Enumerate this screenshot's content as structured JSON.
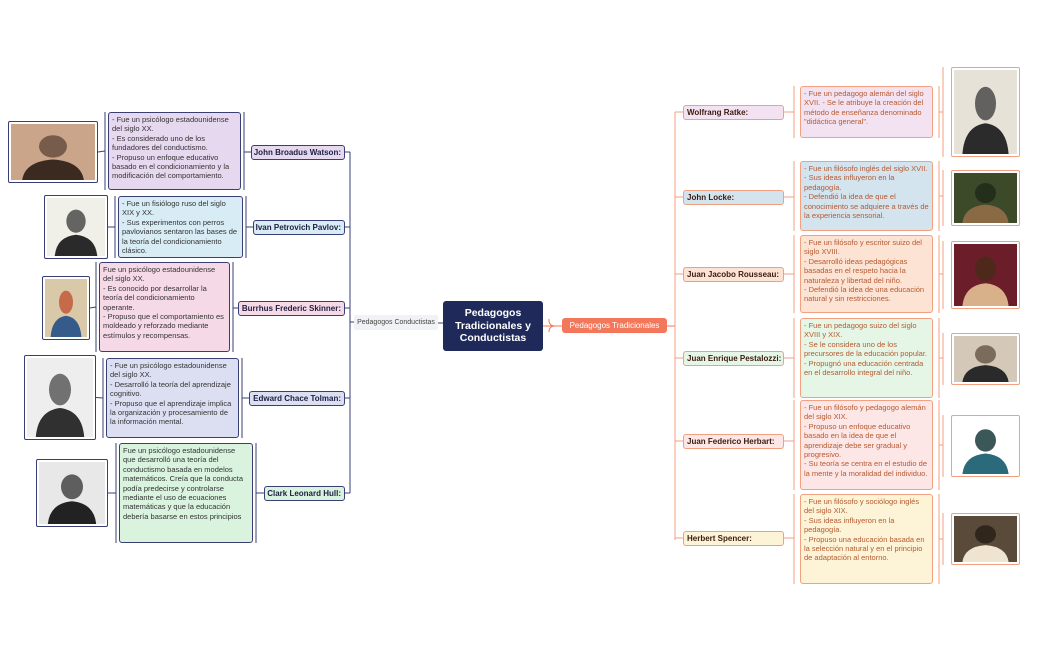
{
  "central": {
    "title": "Pedagogos Tradicionales y Conductistas"
  },
  "branches": {
    "left": {
      "label": "Pedagogos Conductistas"
    },
    "right": {
      "label": "Pedagogos Tradicionales"
    }
  },
  "left": [
    {
      "name": "John Broadus Watson:",
      "desc": "- Fue un psicólogo estadounidense del siglo XX.\n- Es considerado uno de los fundadores del conductismo.\n- Propuso un enfoque educativo basado en el condicionamiento y la modificación del comportamiento.",
      "color": "#e6d8ef",
      "portrait": "person-portrait-icon"
    },
    {
      "name": "Ivan Petrovich Pavlov:",
      "desc": "- Fue un fisiólogo ruso del siglo XIX y XX.\n- Sus experimentos con perros pavlovianos sentaron las bases de la teoría del condicionamiento clásico.",
      "color": "#d7ecf4",
      "portrait": "person-portrait-icon"
    },
    {
      "name": "Burrhus Frederic Skinner:",
      "desc": "Fue un psicólogo estadounidense del siglo XX.\n- Es conocido por desarrollar la teoría del condicionamiento operante.\n- Propuso que el comportamiento es moldeado y reforzado mediante estímulos y recompensas.",
      "color": "#f6d9e6",
      "portrait": "person-portrait-icon"
    },
    {
      "name": "Edward Chace Tolman:",
      "desc": "- Fue un psicólogo estadounidense del siglo XX.\n- Desarrolló la teoría del aprendizaje cognitivo.\n- Propuso que el aprendizaje implica la organización y procesamiento de la información mental.",
      "color": "#dcdff2",
      "portrait": "person-portrait-icon"
    },
    {
      "name": "Clark Leonard Hull:",
      "desc": "Fue un psicólogo estadounidense que desarrolló una teoría del conductismo basada en modelos matemáticos. Creía que la conducta podía predecirse y controlarse mediante el uso de ecuaciones matemáticas y que la educación debería basarse en estos principios",
      "color": "#d9f3df",
      "portrait": "person-portrait-icon"
    }
  ],
  "right": [
    {
      "name": "Wolfrang Ratke:",
      "desc": "- Fue un pedagogo alemán del siglo XVII. - Se le atribuye la creación del método de enseñanza denominado \"didáctica general\".",
      "color": "#f3e3f2",
      "portrait": "person-portrait-icon"
    },
    {
      "name": "John Locke:",
      "desc": "- Fue un filósofo inglés del siglo XVII.\n- Sus ideas influyeron en la pedagogía.\n- Defendió la idea de que el conocimiento se adquiere a través de la experiencia sensorial.",
      "color": "#d3e4ef",
      "portrait": "person-portrait-icon"
    },
    {
      "name": "Juan Jacobo Rousseau:",
      "desc": "- Fue un filósofo y escritor suizo del siglo XVIII.\n- Desarrolló ideas pedagógicas basadas en el respeto hacia la naturaleza y libertad del niño.\n- Defendió la idea de una educación natural y sin restricciones.",
      "color": "#fde3d4",
      "portrait": "person-portrait-icon"
    },
    {
      "name": "Juan Enrique Pestalozzi:",
      "desc": "- Fue un pedagogo suizo del siglo XVIII y XIX.\n- Se le considera uno de los precursores de la educación popular.\n- Propugnó una educación centrada en el desarrollo integral del niño.",
      "color": "#e5f6e6",
      "portrait": "person-portrait-icon"
    },
    {
      "name": "Juan Federico Herbart:",
      "desc": "- Fue un filósofo y pedagogo alemán del siglo XIX.\n- Propuso un enfoque educativo basado en la idea de que el aprendizaje debe ser gradual y progresivo.\n- Su teoría se centra en el estudio de la mente y la moralidad del individuo.",
      "color": "#fde6e6",
      "portrait": "person-portrait-icon"
    },
    {
      "name": "Herbert Spencer:",
      "desc": "- Fue un filósofo y sociólogo inglés del siglo XIX.\n- Sus ideas influyeron en la pedagogía.\n- Propuso una educación basada en la selección natural y en el principio de adaptación al entorno.",
      "color": "#fdf4d8",
      "portrait": "person-portrait-icon"
    }
  ]
}
